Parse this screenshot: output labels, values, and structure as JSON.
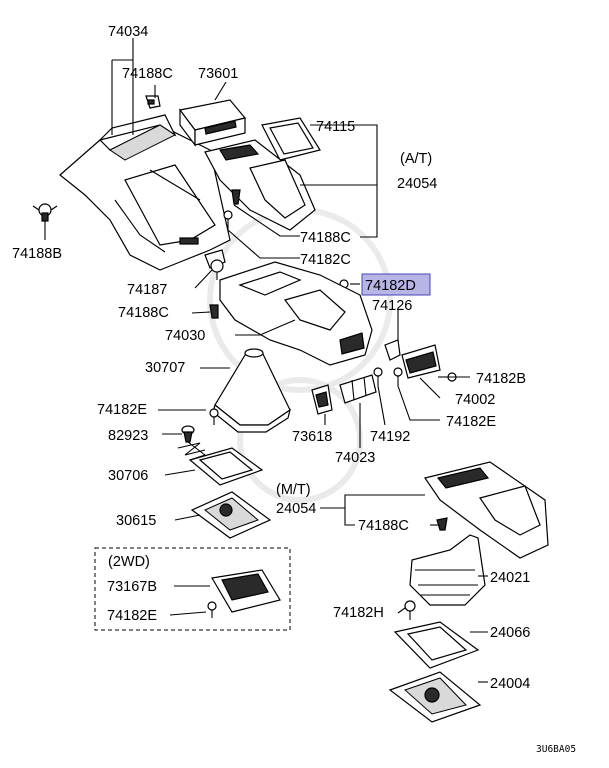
{
  "labels": {
    "p74034": "74034",
    "p74188C_a": "74188C",
    "p73601": "73601",
    "p74115": "74115",
    "at_note": "(A/T)",
    "p24054_at": "24054",
    "p74188B": "74188B",
    "p74188C_b": "74188C",
    "p74182C": "74182C",
    "p74182D": "74182D",
    "p74187": "74187",
    "p74188C_c": "74188C",
    "p74126": "74126",
    "p74030": "74030",
    "p30707": "30707",
    "p74182B": "74182B",
    "p74002": "74002",
    "p74182E_a": "74182E",
    "p74182E_b": "74182E",
    "p82923": "82923",
    "p73618": "73618",
    "p74192": "74192",
    "p74023": "74023",
    "p30706": "30706",
    "mt_note": "(M/T)",
    "p24054_mt": "24054",
    "p74188C_d": "74188C",
    "p30615": "30615",
    "wd_note": "(2WD)",
    "p73167B": "73167B",
    "p74182E_c": "74182E",
    "p24021": "24021",
    "p74182H": "74182H",
    "p24066": "24066",
    "p24004": "24004"
  },
  "highlight_label": "74182D",
  "highlight_color": "#b7b4e6",
  "diagram_code": "3U6BA05"
}
